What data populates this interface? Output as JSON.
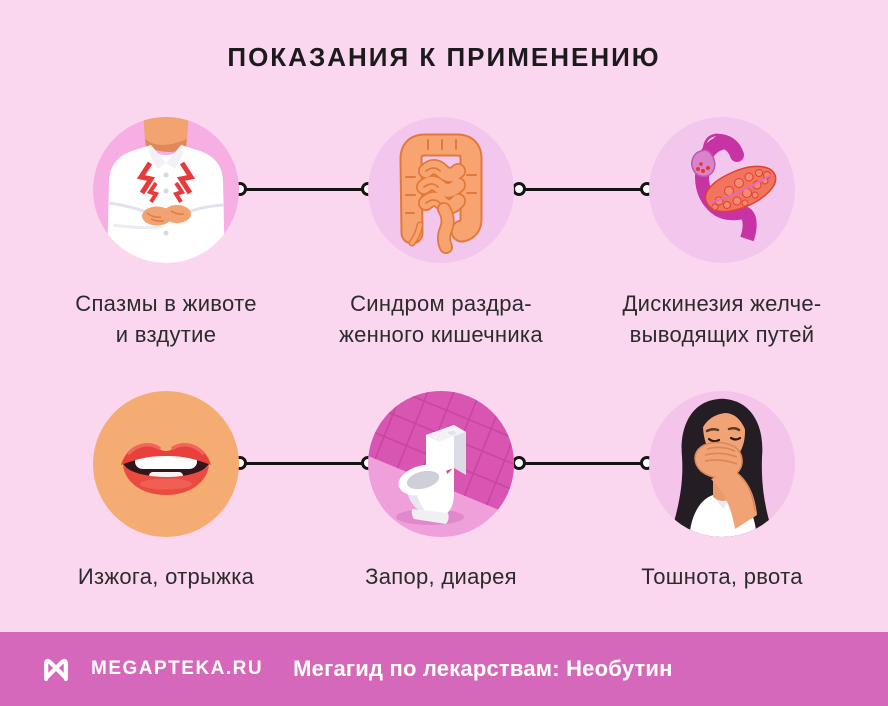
{
  "title": "ПОКАЗАНИЯ К ПРИМЕНЕНИЮ",
  "items": [
    {
      "icon": "belly-pain-icon",
      "label_line1": "Спазмы в животе",
      "label_line2": "и вздутие",
      "circle_color": "#F6AEE3"
    },
    {
      "icon": "intestines-icon",
      "label_line1": "Синдром раздра-",
      "label_line2": "женного кишечника",
      "circle_color": "#F3C6ED"
    },
    {
      "icon": "pancreas-gallbladder-icon",
      "label_line1": "Дискинезия желче-",
      "label_line2": "выводящих путей",
      "circle_color": "#F3C6ED"
    },
    {
      "icon": "lips-icon",
      "label_line1": "Изжога, отрыжка",
      "circle_color": "#F5AC72"
    },
    {
      "icon": "toilet-icon",
      "label_line1": "Запор, диарея",
      "circle_color": "#EF9FDA"
    },
    {
      "icon": "nausea-icon",
      "label_line1": "Тошнота, рвота",
      "circle_color": "#F5C4EB"
    }
  ],
  "footer": {
    "brand": "MEGAPTEKA.RU",
    "caption": "Мегагид по лекарствам: Необутин"
  },
  "colors": {
    "background": "#FBD7EF",
    "footer_bar": "#D668BB",
    "title_text": "#1B1B1D",
    "label_text": "#2B2B2D",
    "connector": "#141414",
    "accent_red": "#E8393B",
    "accent_orange": "#F8A470",
    "accent_magenta": "#C733A3"
  }
}
